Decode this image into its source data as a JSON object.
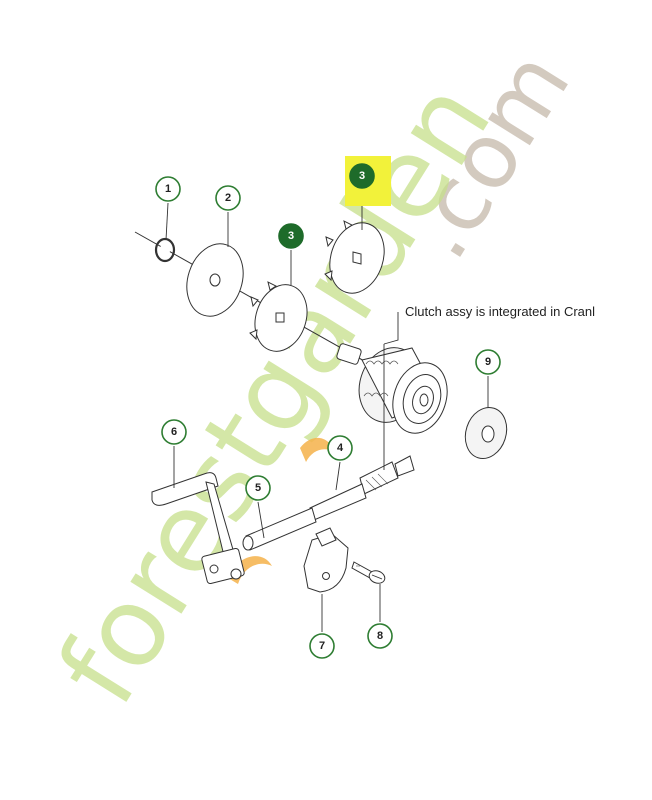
{
  "watermark": {
    "primary_text": "forestgarden",
    "secondary_text": ".com",
    "color_green": "#c6e08a",
    "color_orange": "#f4b24a",
    "color_gray": "#c9bdb0"
  },
  "note": {
    "text": "Clutch assy is integrated in Cranl"
  },
  "highlight": {
    "color": "#f2f23a",
    "label": "3"
  },
  "callouts": [
    {
      "id": "1",
      "label": "1",
      "filled": false
    },
    {
      "id": "2",
      "label": "2",
      "filled": false
    },
    {
      "id": "3",
      "label": "3",
      "filled": true
    },
    {
      "id": "4",
      "label": "4",
      "filled": false
    },
    {
      "id": "5",
      "label": "5",
      "filled": false
    },
    {
      "id": "6",
      "label": "6",
      "filled": false
    },
    {
      "id": "7",
      "label": "7",
      "filled": false
    },
    {
      "id": "8",
      "label": "8",
      "filled": false
    },
    {
      "id": "9",
      "label": "9",
      "filled": false
    }
  ],
  "colors": {
    "callout_green": "#2e7d32",
    "callout_fill_dark": "#1e6b2a",
    "line": "#333333"
  }
}
